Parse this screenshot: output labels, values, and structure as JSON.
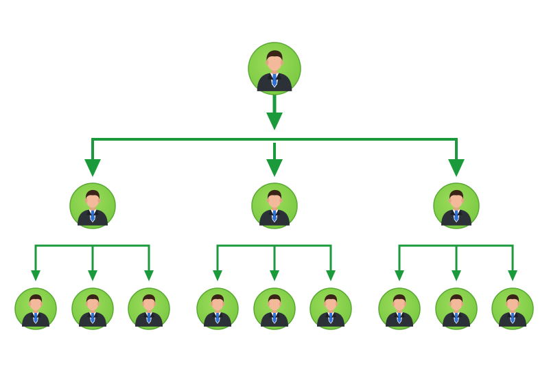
{
  "diagram": {
    "type": "org-chart",
    "levels": 3,
    "children_per_node": [
      3,
      3
    ],
    "node_icon": "businessman-icon",
    "colors": {
      "background": "#ffffff",
      "node_fill": "#7ac943",
      "node_border": "#58a832",
      "connector": "#1b9a3c",
      "suit": "#2c3138",
      "shirt": "#ffffff",
      "tie": "#2f6fd6",
      "skin": "#f2b99a",
      "hair": "#3a2418"
    }
  }
}
